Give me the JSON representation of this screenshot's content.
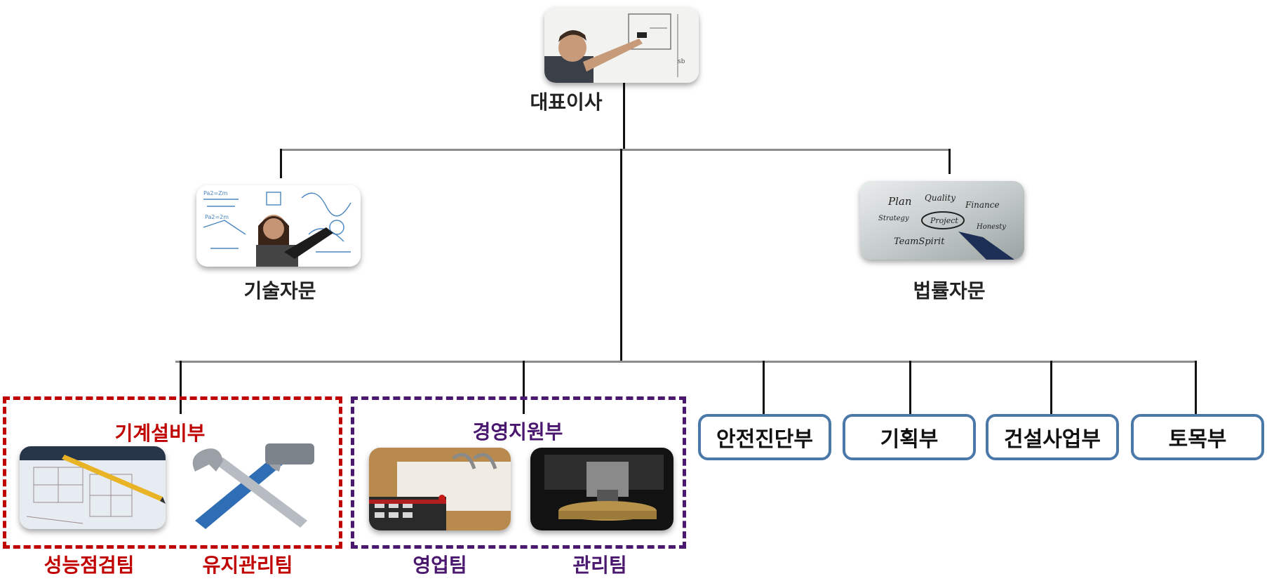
{
  "ceo": {
    "label": "대표이사",
    "image": "presenter-whiteboard"
  },
  "advisors": [
    {
      "label": "기술자문",
      "image": "technical-advisor-laptop"
    },
    {
      "label": "법률자문",
      "image": "business-plan-sketch"
    }
  ],
  "plan_image_words": [
    "Plan",
    "Quality",
    "Finance",
    "Strategy",
    "Project",
    "Honesty",
    "TeamSpirit"
  ],
  "groups": [
    {
      "title": "기계설비부",
      "color": "#c00000",
      "teams": [
        {
          "label": "성능점검팀",
          "image": "blueprint-pencil"
        },
        {
          "label": "유지관리팀",
          "image": "wrench-hammer"
        }
      ]
    },
    {
      "title": "경영지원부",
      "color": "#4b1870",
      "teams": [
        {
          "label": "영업팀",
          "image": "binder-calculator"
        },
        {
          "label": "관리팀",
          "image": "machine-tool"
        }
      ]
    }
  ],
  "departments": [
    "안전진단부",
    "기획부",
    "건설사업부",
    "토목부"
  ],
  "colors": {
    "connector": "#8c8c8c",
    "dept_border": "#4a78a8"
  }
}
